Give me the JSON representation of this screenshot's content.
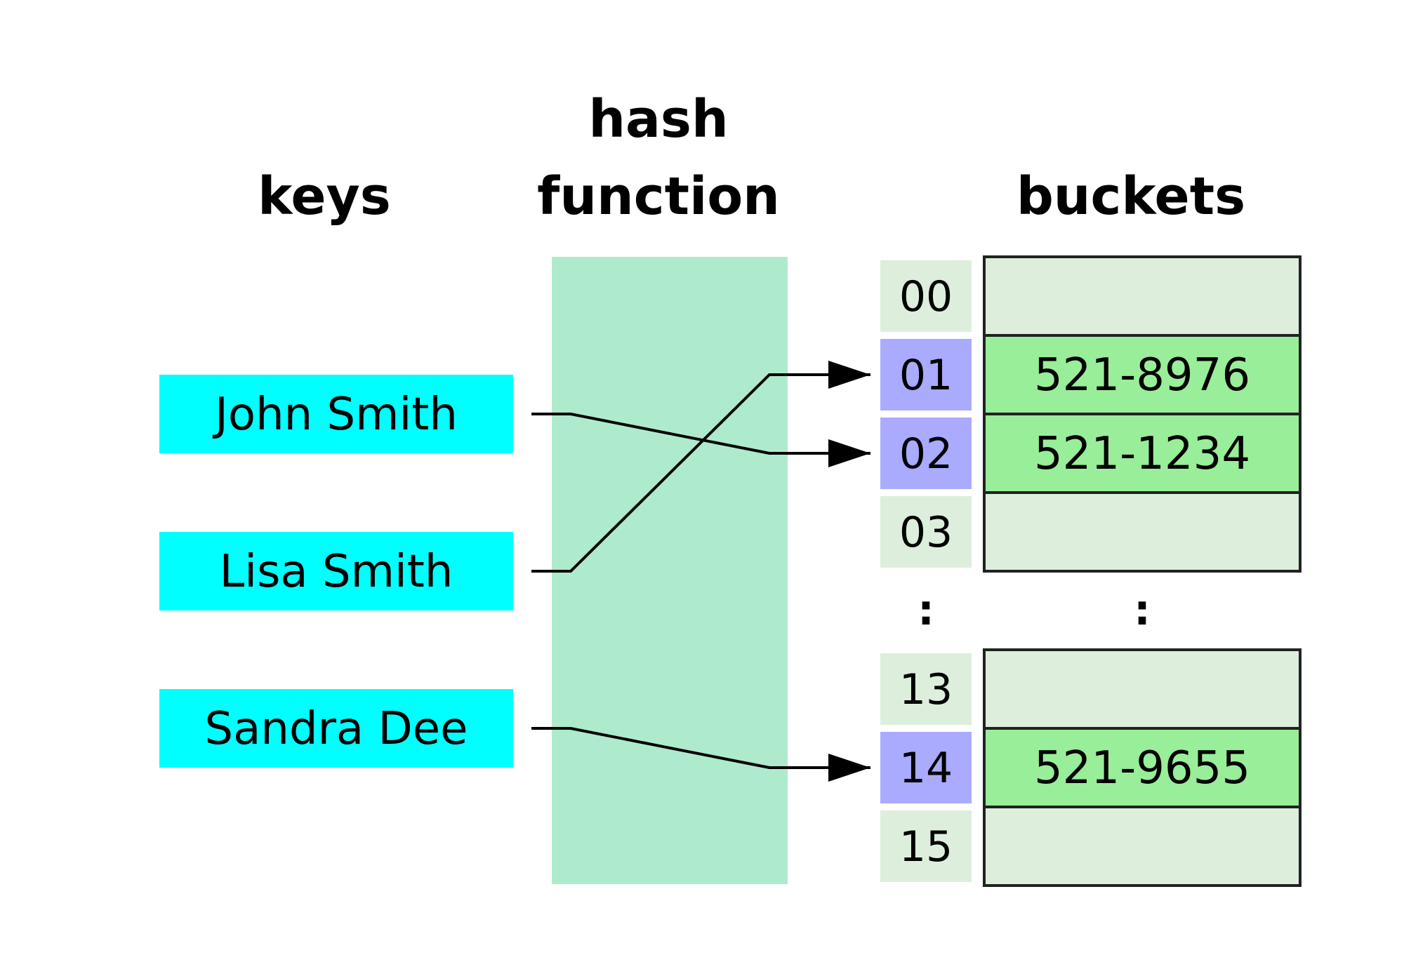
{
  "headers": {
    "keys": "keys",
    "hash_line1": "hash",
    "hash_line2": "function",
    "buckets": "buckets"
  },
  "keys": [
    "John Smith",
    "Lisa Smith",
    "Sandra Dee"
  ],
  "buckets_top": [
    {
      "index": "00",
      "value": "",
      "used": false
    },
    {
      "index": "01",
      "value": "521-8976",
      "used": true
    },
    {
      "index": "02",
      "value": "521-1234",
      "used": true
    },
    {
      "index": "03",
      "value": "",
      "used": false
    }
  ],
  "buckets_bottom": [
    {
      "index": "13",
      "value": "",
      "used": false
    },
    {
      "index": "14",
      "value": "521-9655",
      "used": true
    },
    {
      "index": "15",
      "value": "",
      "used": false
    }
  ],
  "ellipsis": ":",
  "mappings": [
    {
      "from": "John Smith",
      "to": "02"
    },
    {
      "from": "Lisa Smith",
      "to": "01"
    },
    {
      "from": "Sandra Dee",
      "to": "14"
    }
  ],
  "colors": {
    "key_fill": "#00ffff",
    "hash_fill": "#adebcc",
    "index_fill": "#ddeedd",
    "index_used_fill": "#aaaaff",
    "bucket_fill": "#ddeedd",
    "bucket_used_fill": "#99ee99",
    "line": "#000000"
  }
}
